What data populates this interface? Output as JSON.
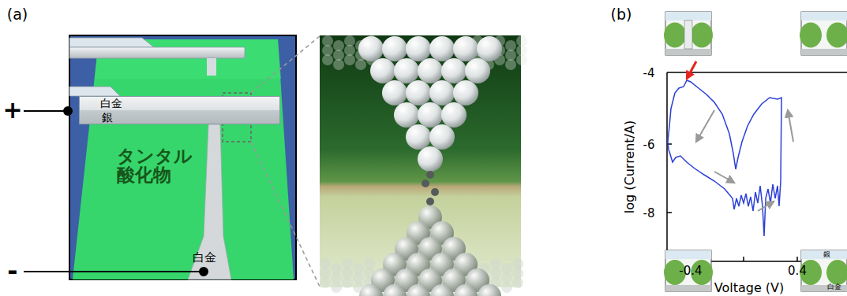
{
  "diagram": {
    "nodes": [
      {
        "text": [
          "タンタル 酸化物"
        ]
      },
      {
        "text": [
          "白金",
          "銀"
        ]
      },
      {
        "text": [
          "白金"
        ]
      },
      {
        "text": [
          "銀",
          "白金"
        ]
      }
    ],
    "labels": [
      "(a)",
      "+",
      "-",
      "(b)",
      "-4",
      "-6",
      "-8",
      "log (Current/A)",
      "-0.4",
      "0.4",
      "Voltage (V)"
    ]
  }
}
